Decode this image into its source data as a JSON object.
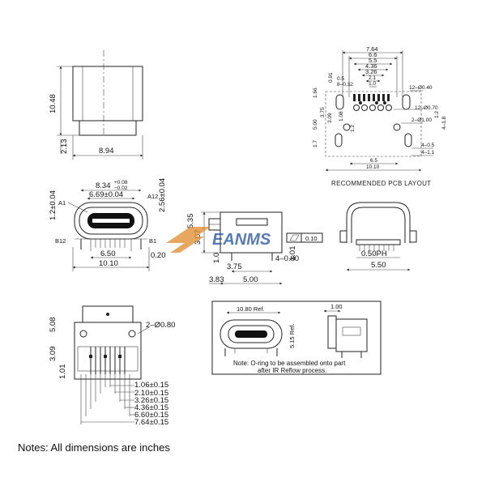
{
  "top_view": {
    "height": "10.48",
    "lip": "2.13",
    "width": "8.94"
  },
  "pcb_layout": {
    "caption": "RECOMMENDED PCB LAYOUT",
    "w_7_64": "7.64",
    "w_6_6": "6.6",
    "w_5_5": "5.5",
    "w_4_36": "4.36",
    "w_3_26": "3.26",
    "w_2_1": "2.1",
    "w_1_0": "1.0",
    "d_0_91": "0.91",
    "d_0_5": "0.5",
    "d_0_32": "8–0.32",
    "hole_040": "12–Ø0.40",
    "hole_070": "12–Ø0.70",
    "v_1_66": "1.66",
    "v_3_75": "3.75",
    "v_5_00": "5.00",
    "v_3_09": "3.09",
    "v_1_08": "1.08",
    "v_1_2": "1.2",
    "v_1_7": "1.7",
    "h_1_00": "2–Ø1.00",
    "h_1_8": "4–1.8",
    "h_1_2": "1.2",
    "h_0_5": "4–0.5",
    "h_1_1": "4–1.1",
    "w_6_5": "6.5",
    "w_10_10": "10.10"
  },
  "front_view": {
    "w_8_34": "8.34",
    "tol_up": "+0.08",
    "tol_dn": "−0.02",
    "w_6_69": "6.69±0.04",
    "h_1_2": "1.2±0.04",
    "h_2_56": "2.56±0.04",
    "a1": "A1",
    "a12": "A12",
    "b12": "B12",
    "b1": "B1",
    "w_6_50": "6.50",
    "w_10_10": "10.10",
    "w_0_20": "0.20"
  },
  "side_view": {
    "h_5_35": "5.35",
    "h_3_07": "3.07",
    "h_1_0": "1.0",
    "w_3_75": "3.75",
    "w_0_80": "4–0.80",
    "w_3_83": "3.83",
    "w_5_00": "5.00",
    "h_1_01": "1.01",
    "flatness": "0.10"
  },
  "end_view": {
    "pitch": "0.50PH",
    "w_5_50": "5.50"
  },
  "bottom_view": {
    "h_5_08": "5.08",
    "h_3_09": "3.09",
    "h_1_01": "1.01",
    "hole": "2–Ø0.80",
    "d1": "1.06±0.15",
    "d2": "2.10±0.15",
    "d3": "3.26±0.15",
    "d4": "4.36±0.15",
    "d5": "6.60±0.15",
    "d6": "7.64±0.15"
  },
  "oring_box": {
    "ref": "10.80 Ref.",
    "h_5_15": "5.15 Ref.",
    "w_1_00": "1.00",
    "note_line1": "Note: O-ring to be assembled onto part",
    "note_line2": "after IR Reflow process."
  },
  "watermark": "EANMS",
  "footnote": "Notes: All dimensions are inches"
}
